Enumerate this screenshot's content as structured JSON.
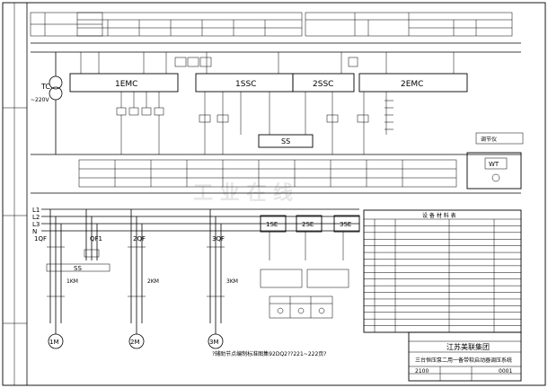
{
  "modules": {
    "emc1": "1EMC",
    "ssc1": "1SSC",
    "ssc2": "2SSC",
    "emc2": "2EMC",
    "ss": "SS",
    "wt": "WT"
  },
  "soft_starters": [
    "1SE",
    "2SE",
    "3SE"
  ],
  "breakers": {
    "q1": "1QF",
    "q2": "2QF",
    "q3": "3QF",
    "qf1": "QF1",
    "ss_bar": "SS"
  },
  "motors": [
    "1M",
    "2M",
    "3M"
  ],
  "contactors": [
    "1KM",
    "2KM",
    "3KM"
  ],
  "phases": [
    "L1",
    "L2",
    "L3",
    "N"
  ],
  "labels": {
    "tc": "TC",
    "voltage": "~220V",
    "n_line": "N"
  },
  "title_block": {
    "company": "江苏美联集团",
    "drawing_title": "三台恒压泵二用一备带软启动器调压系统",
    "drawing_no": "0001",
    "sheet": "2100"
  },
  "bottom_note": "?辅助节点编制标准图集92DQ2??221~222页?",
  "equipment_table_title": "设 备 材 料 表",
  "wt_box_title": "调节仪",
  "watermark": "工 业 在 线"
}
